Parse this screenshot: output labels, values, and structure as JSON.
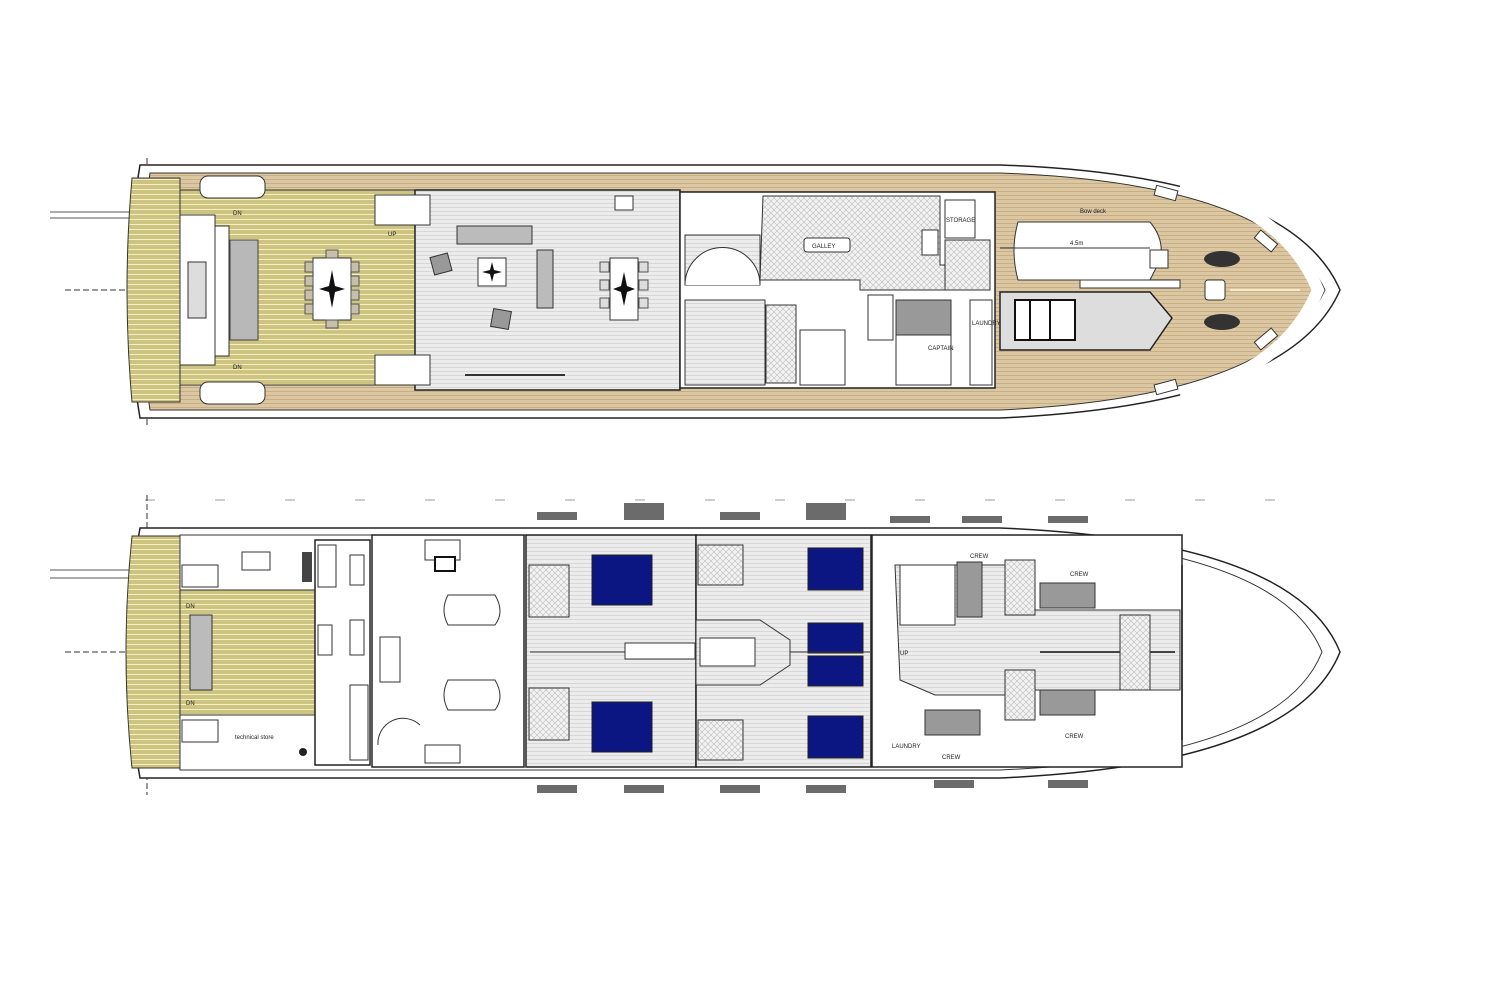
{
  "colors": {
    "teak": "#dcc7a3",
    "olive_deck": "#cdc482",
    "interior": "#ececec",
    "bed": "#0b1682",
    "furniture": "#9a9a9a",
    "line": "#222222"
  },
  "main_deck": {
    "labels": {
      "galley": "GALLEY",
      "storage": "STORAGE",
      "captain": "CAPTAIN",
      "laundry": "LAUNDRY",
      "bow_deck": "Bow deck",
      "tender_size": "4.5m",
      "dn_port": "DN",
      "dn_stbd": "DN",
      "up": "UP"
    }
  },
  "lower_deck": {
    "labels": {
      "technical_store": "technical store",
      "crew_1": "CREW",
      "crew_2": "CREW",
      "crew_3": "CREW",
      "crew_4": "CREW",
      "laundry": "LAUNDRY",
      "dn_port": "DN",
      "dn_stbd": "DN",
      "up": "UP"
    }
  }
}
